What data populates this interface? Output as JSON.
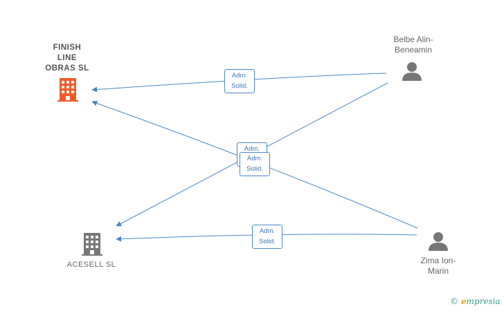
{
  "nodes": {
    "finish_line": {
      "label": "FINISH\nLINE\nOBRAS  SL",
      "type": "company",
      "color": "#f05a28"
    },
    "acesell": {
      "label": "ACESELL  SL",
      "type": "company",
      "color": "#777777"
    },
    "belbe": {
      "label": "Belbe Alin-\nBeneamin",
      "type": "person",
      "color": "#777777"
    },
    "zima": {
      "label": "Zima Ion-\nMarin",
      "type": "person",
      "color": "#777777"
    }
  },
  "edges": [
    {
      "from": "belbe",
      "to": "finish_line",
      "label": "Adm.\nSolid."
    },
    {
      "from": "belbe",
      "to": "acesell",
      "label": "Adm.\nSolid."
    },
    {
      "from": "zima",
      "to": "finish_line",
      "label": "Adm.\nSolid."
    },
    {
      "from": "zima",
      "to": "acesell",
      "label": "Adm.\nSolid."
    }
  ],
  "colors": {
    "edge": "#4a86c8",
    "person_icon": "#777777"
  },
  "brand": {
    "copyright": "©",
    "initial": "e",
    "rest": "mpresia"
  }
}
